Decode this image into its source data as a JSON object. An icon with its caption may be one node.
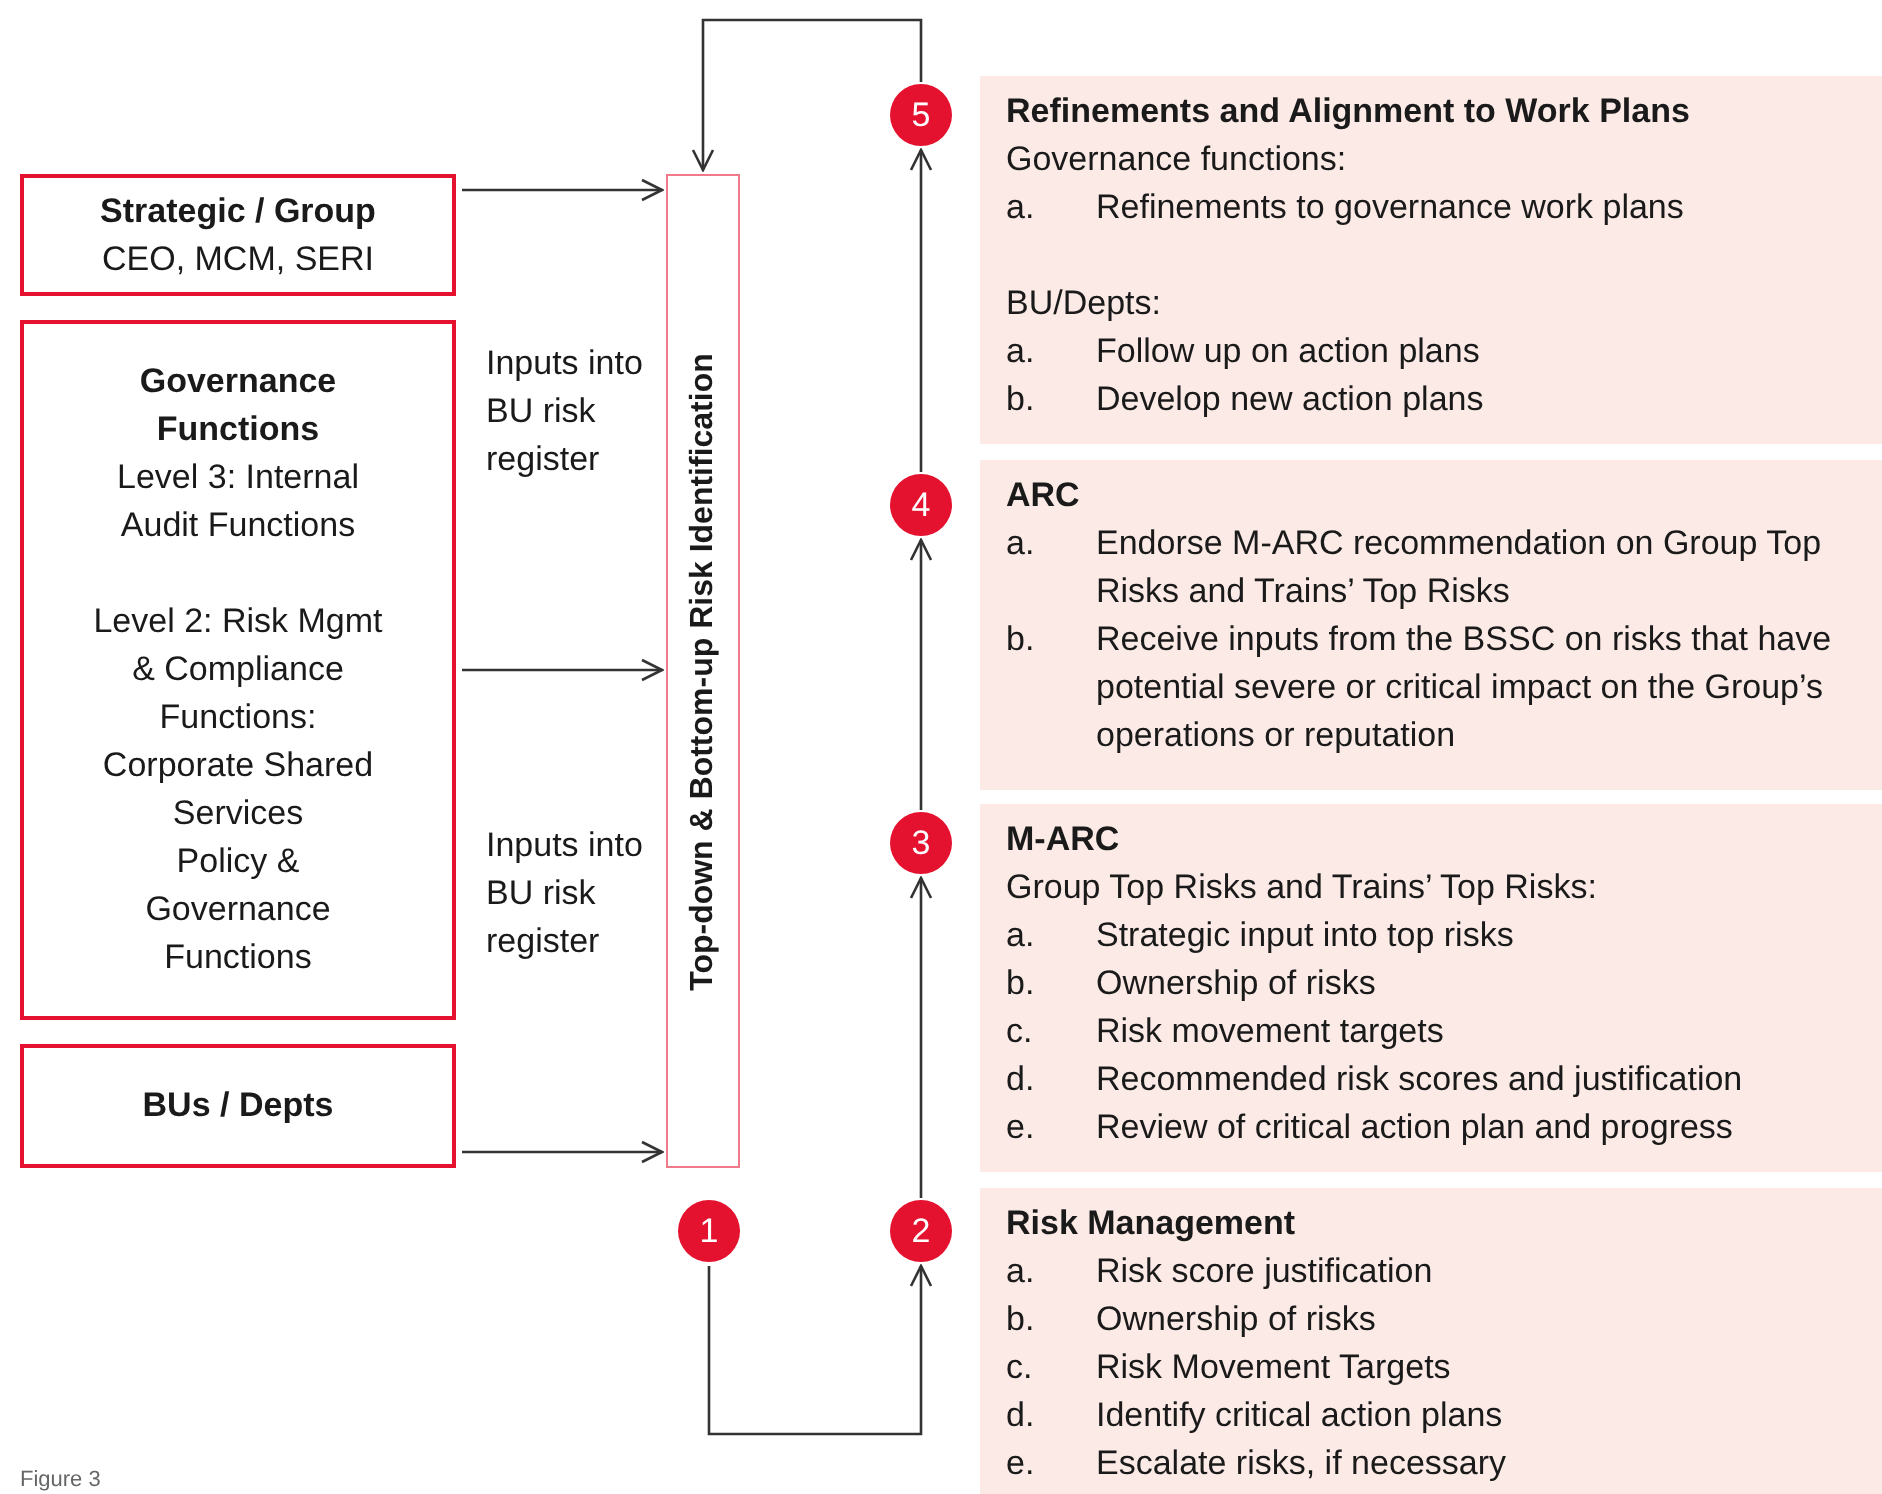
{
  "diagram": {
    "nodes": [
      {
        "text": [
          "Strategic / Group",
          "CEO, MCM, SERI"
        ]
      },
      {
        "text": [
          "Governance Functions",
          "Level 3: Internal Audit Functions",
          "Level 2: Risk Mgmt & Compliance Functions:",
          "Corporate Shared Services",
          "Policy & Governance Functions"
        ]
      },
      {
        "text": [
          "BUs / Depts"
        ]
      },
      {
        "text": [
          "Top-down & Bottom-up Risk Identification"
        ]
      },
      {
        "text": [
          "1"
        ]
      },
      {
        "text": [
          "2"
        ]
      },
      {
        "text": [
          "3"
        ]
      },
      {
        "text": [
          "4"
        ]
      },
      {
        "text": [
          "5"
        ]
      },
      {
        "text": [
          "Risk Management",
          "a.",
          "Risk score justification",
          "b.",
          "Ownership of risks",
          "c.",
          "Risk Movement Targets",
          "d.",
          "Identify critical action plans",
          "e.",
          "Escalate risks, if necessary"
        ]
      },
      {
        "text": [
          "M-ARC",
          "Group Top Risks and Trains’ Top Risks:",
          "a.",
          "Strategic input into top risks",
          "b.",
          "Ownership of risks",
          "c.",
          "Risk movement targets",
          "d.",
          "Recommended risk scores and justification",
          "e.",
          "Review of critical action plan and progress"
        ]
      },
      {
        "text": [
          "ARC",
          "a.",
          "Endorse M-ARC recommendation on Group Top Risks and Trains’ Top Risks",
          "b.",
          "Receive inputs from the BSSC on risks that have potential severe or critical impact on the Group’s operations or reputation"
        ]
      },
      {
        "text": [
          "Refinements and Alignment to Work Plans",
          "Governance functions:",
          "a.",
          "Refinements to governance work plans",
          "BU/Depts:",
          "a.",
          "Follow up on action plans",
          "b.",
          "Develop new action plans"
        ]
      }
    ],
    "edges": [
      {
        "from": 0,
        "to": 3,
        "arrow": "to"
      },
      {
        "from": 1,
        "to": 3,
        "arrow": "to"
      },
      {
        "from": 2,
        "to": 3,
        "arrow": "to"
      },
      {
        "from": 4,
        "to": 5,
        "arrow": "to"
      },
      {
        "from": 5,
        "to": 6,
        "arrow": "to"
      },
      {
        "from": 6,
        "to": 7,
        "arrow": "to"
      },
      {
        "from": 7,
        "to": 8,
        "arrow": "to"
      },
      {
        "from": 8,
        "to": 3,
        "arrow": "to"
      }
    ],
    "labels": [
      "Inputs into BU risk register",
      "Inputs into BU risk register",
      "Figure 3"
    ]
  }
}
